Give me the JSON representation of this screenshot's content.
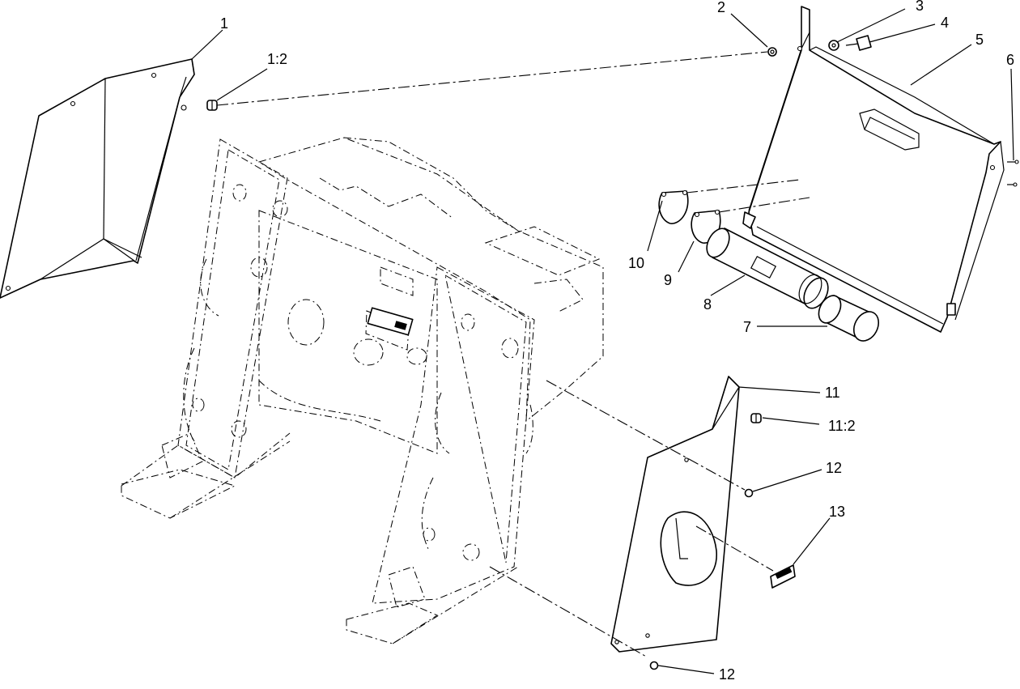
{
  "callouts": {
    "c1": "1",
    "c1_2": "1:2",
    "c2": "2",
    "c3": "3",
    "c4": "4",
    "c5": "5",
    "c6": "6",
    "c7": "7",
    "c8": "8",
    "c9": "9",
    "c10": "10",
    "c11": "11",
    "c11_2": "11:2",
    "c12a": "12",
    "c13": "13",
    "c12b": "12"
  }
}
